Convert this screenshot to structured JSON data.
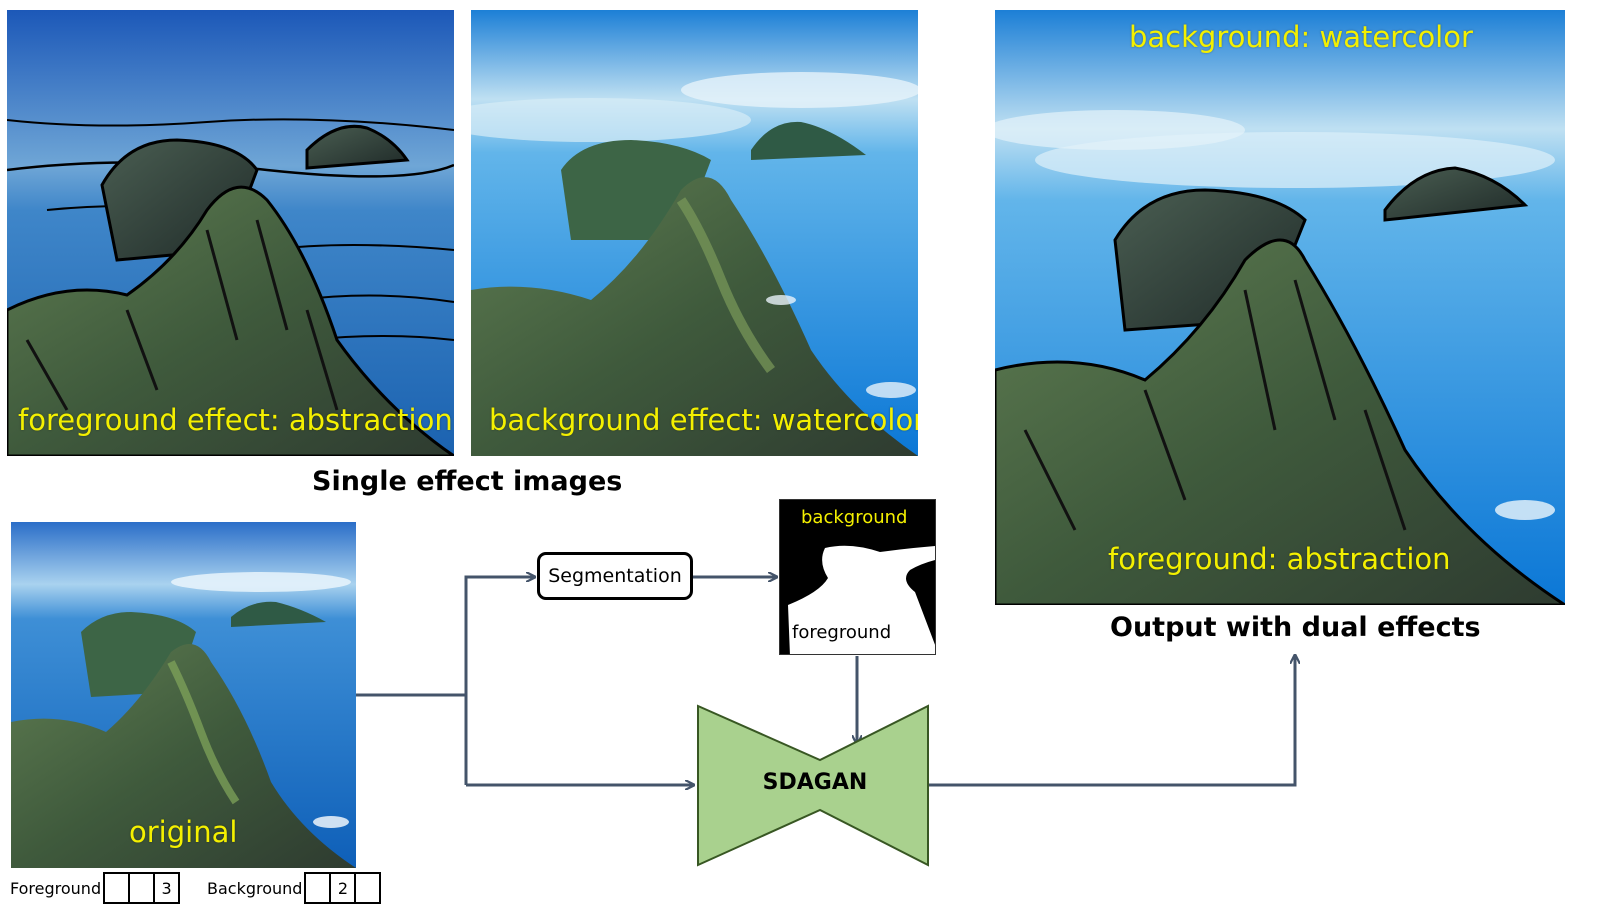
{
  "panels": {
    "abstraction": {
      "label": "foreground effect: abstraction"
    },
    "watercolor": {
      "label": "background effect: watercolor"
    },
    "dual": {
      "top_label": "background: watercolor",
      "bottom_label": "foreground: abstraction"
    },
    "original": {
      "label": "original"
    }
  },
  "captions": {
    "single": "Single effect images",
    "output": "Output with dual effects"
  },
  "flow": {
    "segmentation": "Segmentation",
    "mask_background": "background",
    "mask_foreground": "foreground",
    "gan": "SDAGAN"
  },
  "counters": {
    "foreground": {
      "label": "Foreground",
      "cells": [
        "",
        "",
        "3"
      ]
    },
    "background": {
      "label": "Background",
      "cells": [
        "",
        "2",
        ""
      ]
    }
  },
  "colors": {
    "label_yellow": "#f4f000",
    "arrow": "#44546a",
    "gan_fill": "#a9d18e",
    "gan_stroke": "#385723"
  }
}
